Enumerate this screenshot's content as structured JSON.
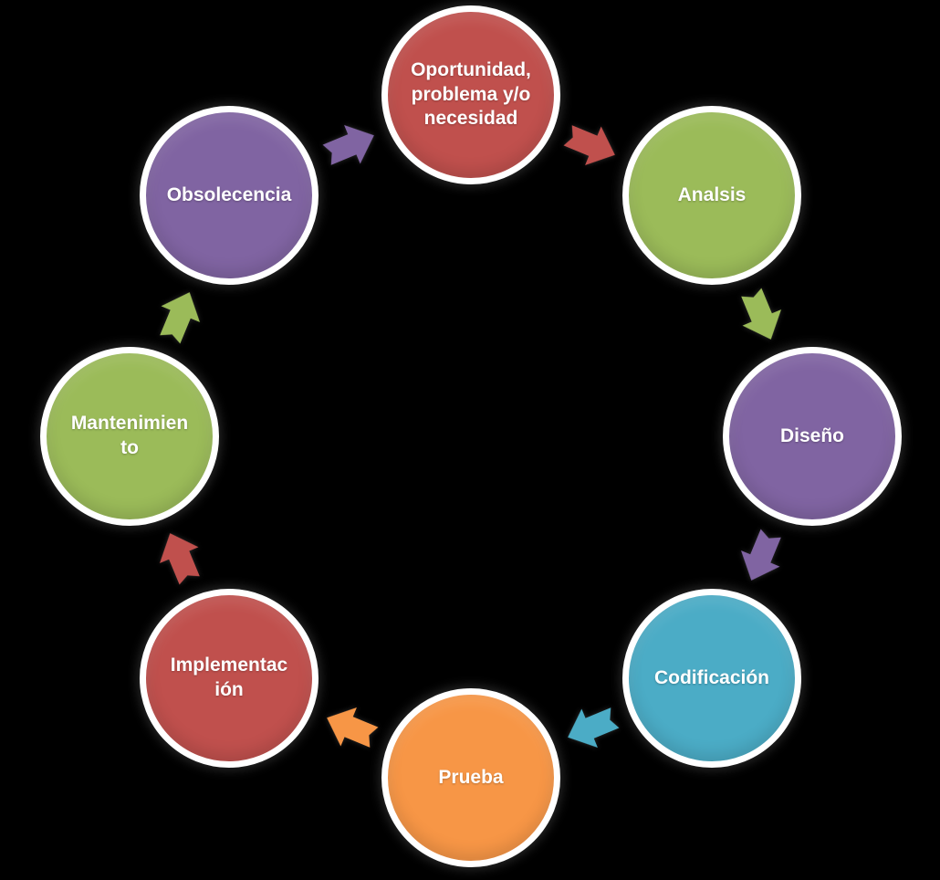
{
  "diagram": {
    "type": "cycle",
    "direction": "clockwise",
    "background_color": "#000000",
    "node_text_color": "#ffffff",
    "node_border_color": "#ffffff",
    "palette": {
      "red": "#c0504d",
      "green": "#9bbb59",
      "purple": "#8064a2",
      "blue": "#4bacc6",
      "orange": "#f79646"
    },
    "nodes": [
      {
        "label": "Oportunidad,\nproblema y/o\nnecesidad",
        "color": "#c0504d",
        "position": "top"
      },
      {
        "label": "Analsis",
        "color": "#9bbb59",
        "position": "top-right"
      },
      {
        "label": "Diseño",
        "color": "#8064a2",
        "position": "right"
      },
      {
        "label": "Codificación",
        "color": "#4bacc6",
        "position": "bottom-right"
      },
      {
        "label": "Prueba",
        "color": "#f79646",
        "position": "bottom"
      },
      {
        "label": "Implementac\nión",
        "color": "#c0504d",
        "position": "bottom-left"
      },
      {
        "label": "Mantenimien\nto",
        "color": "#9bbb59",
        "position": "left"
      },
      {
        "label": "Obsolecencia",
        "color": "#8064a2",
        "position": "top-left"
      }
    ],
    "arrows": [
      {
        "from": "Oportunidad, problema y/o necesidad",
        "to": "Analsis",
        "color": "#c0504d"
      },
      {
        "from": "Analsis",
        "to": "Diseño",
        "color": "#9bbb59"
      },
      {
        "from": "Diseño",
        "to": "Codificación",
        "color": "#8064a2"
      },
      {
        "from": "Codificación",
        "to": "Prueba",
        "color": "#4bacc6"
      },
      {
        "from": "Prueba",
        "to": "Implementación",
        "color": "#f79646"
      },
      {
        "from": "Implementación",
        "to": "Mantenimiento",
        "color": "#c0504d"
      },
      {
        "from": "Mantenimiento",
        "to": "Obsolecencia",
        "color": "#9bbb59"
      },
      {
        "from": "Obsolecencia",
        "to": "Oportunidad, problema y/o necesidad",
        "color": "#8064a2"
      }
    ]
  }
}
